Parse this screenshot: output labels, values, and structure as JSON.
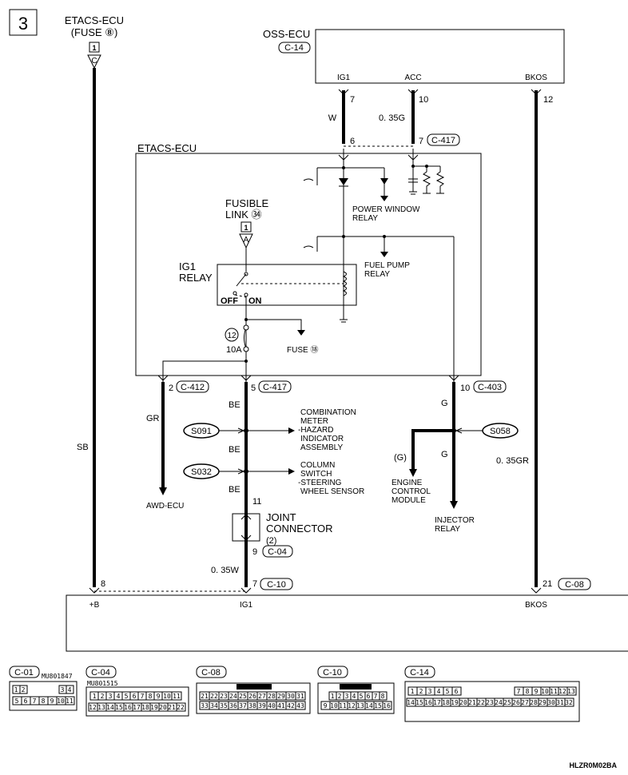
{
  "page_number": "3",
  "etacs_fuse": {
    "title": "ETACS-ECU",
    "subtitle": "(FUSE ⑧)",
    "term_num": "1",
    "term_letter": "C"
  },
  "oss_ecu": {
    "title": "OSS-ECU",
    "connector": "C-14",
    "pins": {
      "ig1": "IG1",
      "acc": "ACC",
      "bkos": "BKOS"
    },
    "pin_numbers": {
      "ig1": "7",
      "acc": "10",
      "bkos": "12"
    }
  },
  "wires_top": {
    "w_color": "W",
    "acc_color": "0. 35G",
    "ig1_pin": "6",
    "acc_pin": "7",
    "connector": "C-417"
  },
  "etacs_ecu": {
    "title": "ETACS-ECU"
  },
  "power_window_relay": "POWER WINDOW\nRELAY",
  "fusible_link": {
    "label": "FUSIBLE\nLINK ㉞",
    "term_num": "1",
    "term_letter": "A"
  },
  "fuel_pump_relay": "FUEL PUMP\nRELAY",
  "ig1_relay": {
    "label": "IG1\nRELAY",
    "off": "OFF",
    "on": "ON"
  },
  "fuse12": {
    "number": "12",
    "rating": "10A",
    "fuse_label": "FUSE ⑱"
  },
  "outputs": {
    "awd_pin": "2",
    "awd_conn": "C-412",
    "main_pin": "5",
    "main_conn": "C-417",
    "injector_pin": "10",
    "injector_conn": "C-403"
  },
  "wire_colors": {
    "gr": "GR",
    "be1": "BE",
    "be2": "BE",
    "be3": "BE",
    "g1": "G",
    "g2": "G",
    "g_paren": "(G)",
    "sb": "SB",
    "gr035": "0. 35GR",
    "w035": "0. 35W"
  },
  "splices": {
    "s091": "S091",
    "s032": "S032",
    "s058": "S058"
  },
  "destinations": {
    "combination_meter": "COMBINATION\nMETER\n-HAZARD\nINDICATOR\nASSEMBLY",
    "column_switch": "COLUMN\nSWITCH\n-STEERING\nWHEEL SENSOR",
    "awd_ecu": "AWD-ECU",
    "engine_control": "ENGINE\nCONTROL\nMODULE",
    "injector_relay": "INJECTOR\nRELAY"
  },
  "joint_connector": {
    "label": "JOINT\nCONNECTOR\n(2)",
    "pin_in": "11",
    "pin_out": "9",
    "connector": "C-04"
  },
  "bottom": {
    "pin_b": "8",
    "pin_ig1": "7",
    "conn_ig1": "C-10",
    "pin_bkos": "21",
    "conn_bkos": "C-08",
    "label_b": "+B",
    "label_ig1": "IG1",
    "label_bkos": "BKOS"
  },
  "connectors": [
    {
      "name": "C-01",
      "part": "MU801847"
    },
    {
      "name": "C-04",
      "part": "MU801515"
    },
    {
      "name": "C-08",
      "part": ""
    },
    {
      "name": "C-10",
      "part": ""
    },
    {
      "name": "C-14",
      "part": ""
    }
  ],
  "diagram_id": "HLZR0M02BA"
}
